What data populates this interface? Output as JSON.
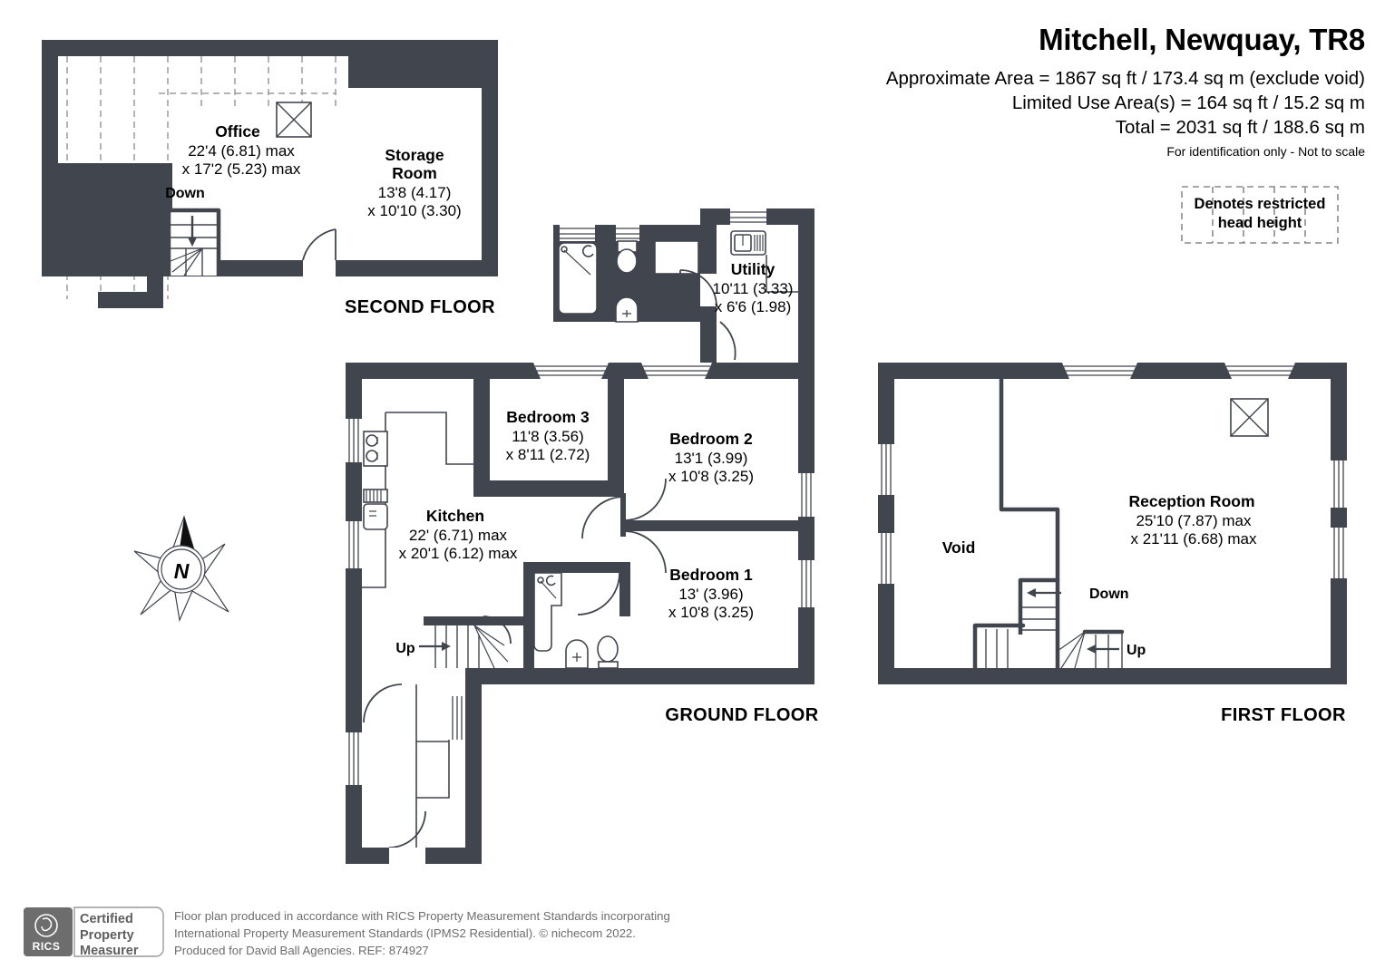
{
  "header": {
    "title": "Mitchell, Newquay, TR8",
    "approx_area": "Approximate Area = 1867 sq ft / 173.4 sq m (exclude void)",
    "limited_use": "Limited Use Area(s) = 164 sq ft / 15.2 sq m",
    "total": "Total = 2031 sq ft / 188.6 sq m",
    "disclaimer": "For identification only - Not to scale"
  },
  "legend": {
    "line1": "Denotes restricted",
    "line2": "head height"
  },
  "compass": {
    "north_label": "N"
  },
  "colors": {
    "wall": "#41454e",
    "fixture_stroke": "#41454e",
    "text": "#000000",
    "footer_text": "#6d6d6d",
    "background": "#ffffff"
  },
  "floors": [
    {
      "id": "second-floor",
      "label": "SECOND FLOOR",
      "rooms": [
        {
          "name": "Office",
          "dim1": "22'4 (6.81) max",
          "dim2": "x 17'2 (5.23) max"
        },
        {
          "name": "Storage",
          "name2": "Room",
          "dim1": "13'8 (4.17)",
          "dim2": "x 10'10 (3.30)"
        }
      ],
      "stairs": [
        {
          "label": "Down",
          "direction": "down"
        }
      ]
    },
    {
      "id": "ground-floor",
      "label": "GROUND FLOOR",
      "rooms": [
        {
          "name": "Utility",
          "dim1": "10'11 (3.33)",
          "dim2": "x 6'6 (1.98)"
        },
        {
          "name": "Bedroom 3",
          "dim1": "11'8 (3.56)",
          "dim2": "x 8'11 (2.72)"
        },
        {
          "name": "Bedroom 2",
          "dim1": "13'1 (3.99)",
          "dim2": "x 10'8 (3.25)"
        },
        {
          "name": "Bedroom 1",
          "dim1": "13' (3.96)",
          "dim2": "x 10'8 (3.25)"
        },
        {
          "name": "Kitchen",
          "dim1": "22' (6.71) max",
          "dim2": "x 20'1 (6.12) max"
        }
      ],
      "stairs": [
        {
          "label": "Up",
          "direction": "up"
        }
      ]
    },
    {
      "id": "first-floor",
      "label": "FIRST FLOOR",
      "rooms": [
        {
          "name": "Reception Room",
          "dim1": "25'10 (7.87) max",
          "dim2": "x 21'11 (6.68) max"
        },
        {
          "name": "Void",
          "dim1": "",
          "dim2": ""
        }
      ],
      "stairs": [
        {
          "label": "Down",
          "direction": "down"
        },
        {
          "label": "Up",
          "direction": "up"
        }
      ]
    }
  ],
  "footer": {
    "rics_logo_text": "RICS",
    "certified_line1": "Certified",
    "certified_line2": "Property",
    "certified_line3": "Measurer",
    "line1": "Floor plan produced in accordance with RICS Property Measurement Standards incorporating",
    "line2": "International Property Measurement Standards (IPMS2 Residential).    © nichecom 2022.",
    "line3": "Produced for David Ball Agencies.    REF:  874927"
  }
}
